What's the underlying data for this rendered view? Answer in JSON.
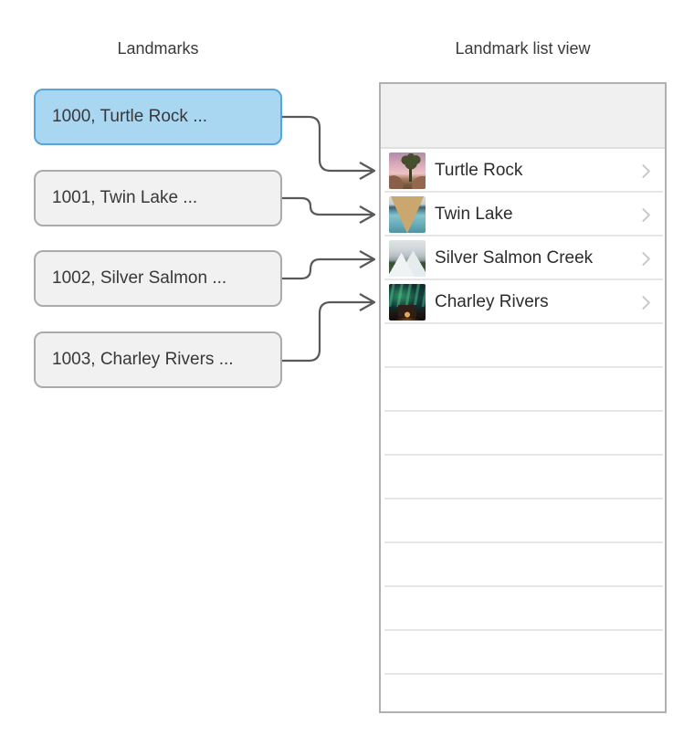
{
  "left_panel": {
    "title": "Landmarks",
    "items": [
      {
        "label": "1000, Turtle Rock ...",
        "highlighted": true
      },
      {
        "label": "1001, Twin Lake ...",
        "highlighted": false
      },
      {
        "label": "1002, Silver Salmon ...",
        "highlighted": false
      },
      {
        "label": "1003, Charley Rivers ...",
        "highlighted": false
      }
    ]
  },
  "list_view": {
    "title": "Landmark list view",
    "rows": [
      {
        "name": "Turtle Rock",
        "thumbnail_icon": "turtle-rock-thumbnail",
        "accessory_icon": "chevron-right-icon"
      },
      {
        "name": "Twin Lake",
        "thumbnail_icon": "twin-lake-thumbnail",
        "accessory_icon": "chevron-right-icon"
      },
      {
        "name": "Silver Salmon Creek",
        "thumbnail_icon": "silver-salmon-creek-thumbnail",
        "accessory_icon": "chevron-right-icon"
      },
      {
        "name": "Charley Rivers",
        "thumbnail_icon": "charley-rivers-thumbnail",
        "accessory_icon": "chevron-right-icon"
      }
    ],
    "empty_row_count": 9
  },
  "colors": {
    "highlight_fill": "#a9d7f2",
    "highlight_border": "#56a6dd",
    "node_fill": "#f1f1f2",
    "node_border": "#ababab",
    "list_border": "#b0b0b0",
    "header_fill": "#f0f0f0",
    "separator": "#e6e6e6",
    "row_text": "#2c2c2e",
    "chevron": "#c5c5c9",
    "arrow": "#59595b"
  }
}
